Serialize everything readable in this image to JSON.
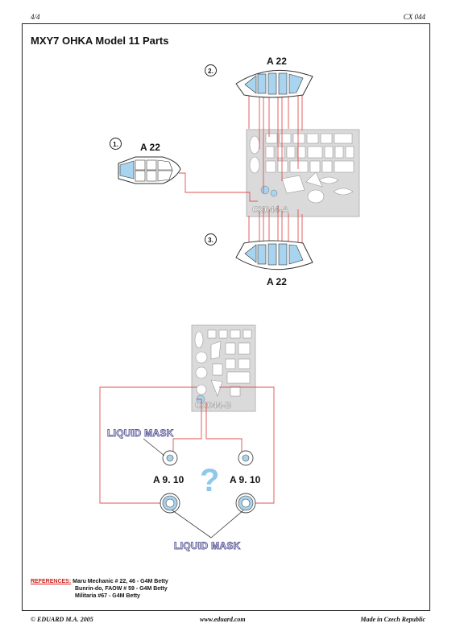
{
  "header": {
    "page": "4/4",
    "code": "CX 044"
  },
  "title": "MXY7 OHKA  Model 11 Parts",
  "parts": {
    "part1": {
      "step": "1.",
      "label": "A 22"
    },
    "part2": {
      "step": "2.",
      "label": "A 22"
    },
    "part3": {
      "step": "3.",
      "label": "A 22"
    }
  },
  "sheets": {
    "top_code": "CX044-A",
    "bottom_code": "CX044-B"
  },
  "liquid_mask_top": "LIQUID MASK",
  "liquid_mask_bottom": "LIQUID MASK",
  "wheel_left_label": "A 9. 10",
  "wheel_right_label": "A 9. 10",
  "question_mark": "?",
  "references": {
    "title": "REFERENCES:",
    "lines": [
      "Maru Mechanic # 22, 46 -  G4M Betty",
      "Bunrin-do, FAOW # 59 - G4M Betty",
      "Militaria #67 - G4M Betty"
    ]
  },
  "footer": {
    "left": "© EDUARD  M.A. 2005",
    "center": "www.eduard.com",
    "right": "Made in Czech Republic"
  },
  "colors": {
    "mask_blue": "#a8d4f0",
    "leader_red": "#e05050",
    "sheet_grey": "#d8d8d8"
  }
}
